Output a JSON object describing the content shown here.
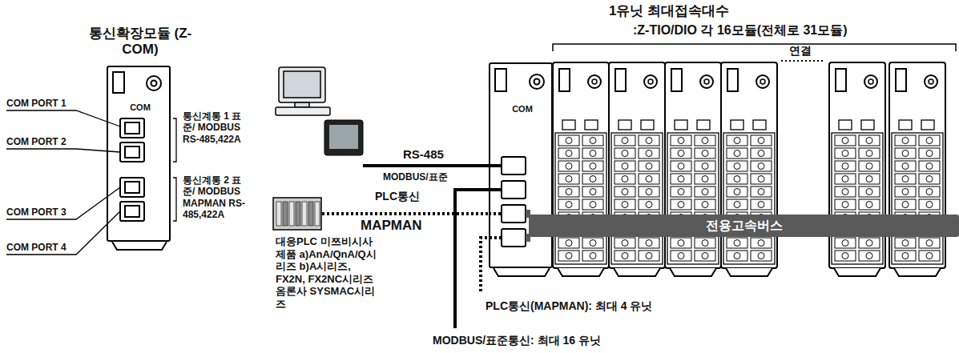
{
  "diagram": {
    "nodes": [
      {
        "text": [
          "통신확장모듈 (Z-COM)",
          "COM"
        ]
      },
      {
        "text": [
          "COM"
        ]
      },
      {
        "text": [
          "전용고속버스"
        ]
      },
      {
        "text": [
          "대응PLC 미쯔비시사제품 a)AnA/QnA/Q시리즈 b)A시리즈, FX2N, FX2NC시리즈 옴론사 SYSMAC시리즈"
        ]
      }
    ],
    "edges": [
      {
        "from": 3,
        "to": 1,
        "arrow": "none",
        "label": "PLC통신"
      }
    ],
    "labels": [
      "COM PORT 1",
      "COM PORT 2",
      "COM PORT 3",
      "COM PORT 4",
      "통신계통 1 표준/ MODBUS RS-485,422A",
      "통신계통 2 표준/ MODBUS MAPMAN RS-485,422A",
      "RS-485",
      "MODBUS/표준",
      "MAPMAN",
      "PLC통신(MAPMAN): 최대 4 유닛",
      "MODBUS/표준통신: 최대 16 유닛",
      "1유닛 최대접속대수",
      ":Z-TIO/DIO 각 16모듈(전체로 31모듈)",
      "연결"
    ]
  }
}
